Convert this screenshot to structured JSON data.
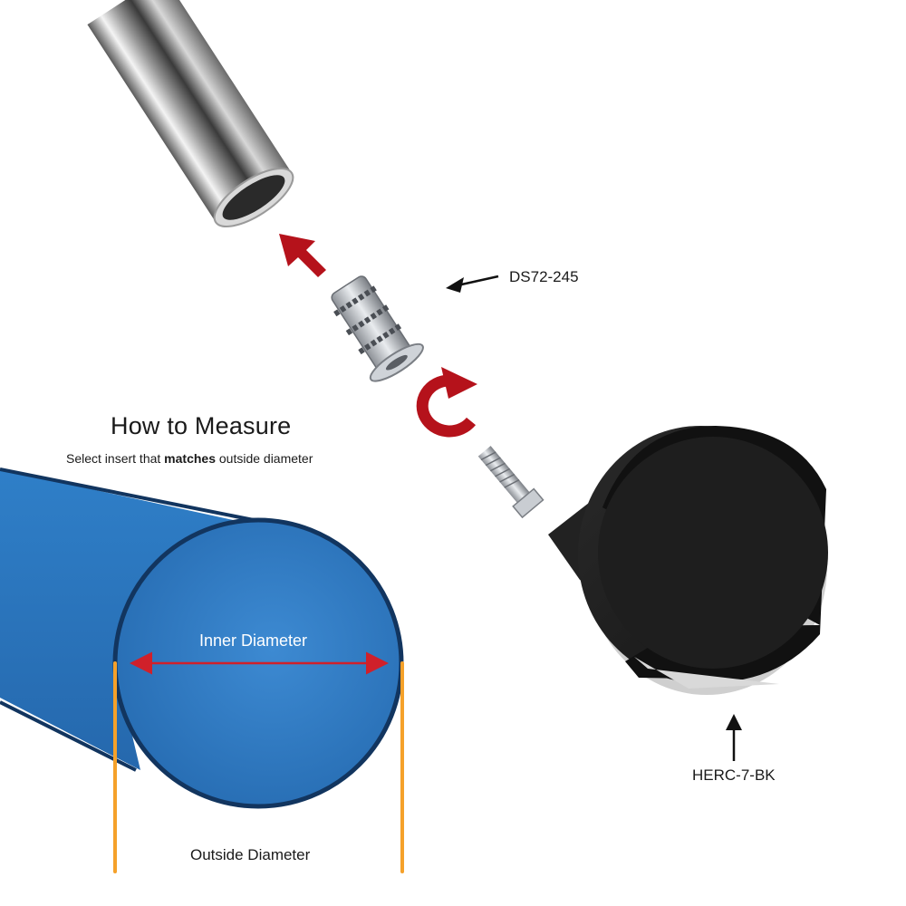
{
  "heading": "How to Measure",
  "subtitle": {
    "before": "Select insert that ",
    "bold": "matches",
    "after": " outside diameter"
  },
  "parts": {
    "insert_code": "DS72-245",
    "caster_code": "HERC-7-BK"
  },
  "diagram": {
    "inner_label": "Inner Diameter",
    "outer_label": "Outside Diameter"
  },
  "colors": {
    "tube_blue": "#2f7cc4",
    "tube_outline": "#12355f",
    "dimension_orange": "#f5a12a",
    "dimension_red": "#d0202a",
    "arrow_red": "#b5121b",
    "caster_black": "#1c1c1c"
  },
  "icons": [
    "chrome-tube",
    "insert-part",
    "caster-wheel",
    "up-arrow",
    "rotate-arrow",
    "pointer-arrow"
  ]
}
